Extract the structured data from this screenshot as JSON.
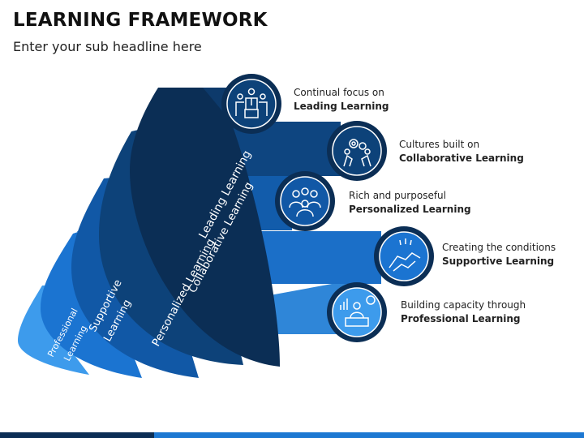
{
  "header": {
    "title": "LEARNING FRAMEWORK",
    "subtitle": "Enter your sub headline here"
  },
  "layers": [
    {
      "label": "Leading Learning",
      "desc_line1": "Continual focus on",
      "desc_line2": "Leading Learning",
      "icon": "leadership-team-icon",
      "color": "#0b2e55"
    },
    {
      "label": "Collaborative Learning",
      "desc_line1": "Cultures built on",
      "desc_line2": "Collaborative Learning",
      "icon": "collaboration-gears-icon",
      "color": "#0d4279"
    },
    {
      "label": "Personalized Learning",
      "desc_line1": "Rich and purposeful",
      "desc_line2": "Personalized Learning",
      "icon": "group-people-icon",
      "color": "#1158a6"
    },
    {
      "label": "Supportive Learning",
      "desc_line1": "Creating the conditions",
      "desc_line2": "Supportive Learning",
      "icon": "handshake-icon",
      "color": "#1b74d1"
    },
    {
      "label": "Professional Learning",
      "desc_line1": "Building capacity through",
      "desc_line2": "Professional Learning",
      "icon": "desk-worker-icon",
      "color": "#3d9bec"
    }
  ],
  "colors": {
    "footer_dark": "#0b2e55",
    "footer_light": "#1d78d2",
    "circle_ring": "#0b2e55"
  }
}
